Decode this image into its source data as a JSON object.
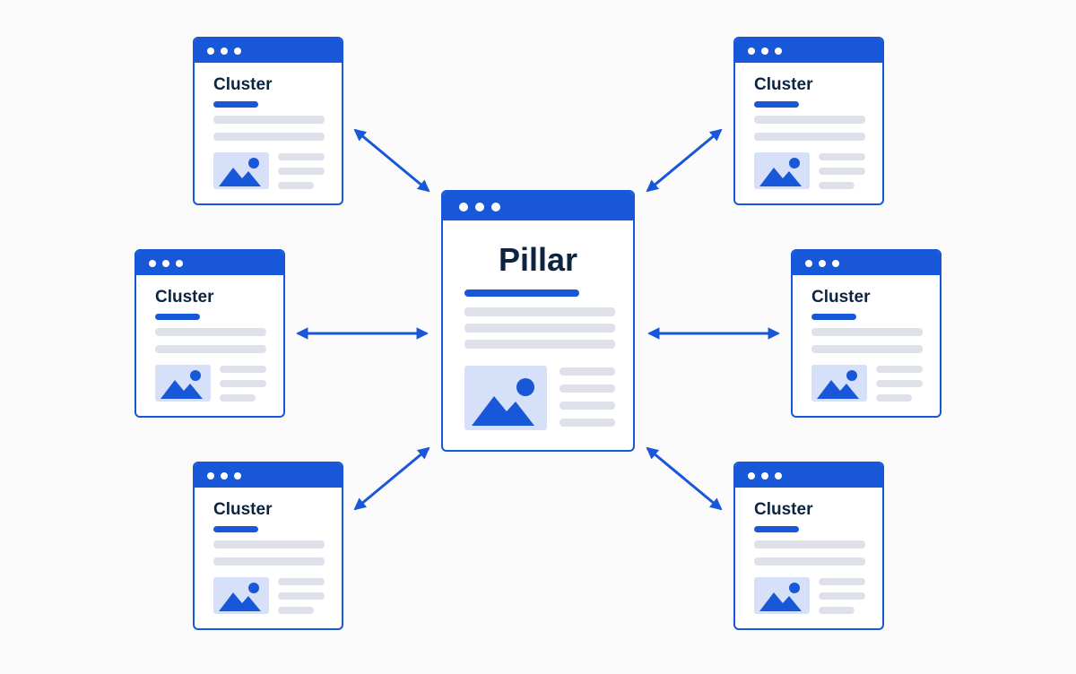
{
  "pillar": {
    "title": "Pillar"
  },
  "clusters": [
    {
      "title": "Cluster"
    },
    {
      "title": "Cluster"
    },
    {
      "title": "Cluster"
    },
    {
      "title": "Cluster"
    },
    {
      "title": "Cluster"
    },
    {
      "title": "Cluster"
    }
  ],
  "colors": {
    "accent": "#1757d8",
    "text": "#0d2440",
    "placeholder_bar": "#dfe1ea",
    "image_bg": "#d6e0f8"
  },
  "icons": {
    "image_placeholder": "image-icon",
    "window_controls": "window-dots-icon",
    "link": "double-arrow-icon"
  }
}
